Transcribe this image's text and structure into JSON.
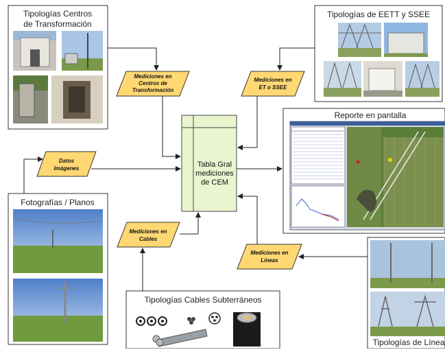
{
  "colors": {
    "table_fill": "#e8f5cf",
    "parallelogram_fill": "#ffd873",
    "border": "#333333",
    "map_green": "#5a7d3a",
    "sky": "#8fb4e0",
    "grass": "#6f9a3e"
  },
  "boxes": {
    "centros": {
      "title_line1": "Tipologías Centros",
      "title_line2": "de Transformación"
    },
    "eett": {
      "title": "Tipologías de EETT y SSEE"
    },
    "reporte": {
      "title": "Reporte en pantalla"
    },
    "fotos": {
      "title": "Fotografías / Planos"
    },
    "cables": {
      "title": "Tipologías Cables Subterráneos"
    },
    "lineas": {
      "title": "Tipologías de Líneas"
    }
  },
  "center_table": {
    "line1": "Tabla Gral",
    "line2": "mediciones",
    "line3": "de CEM"
  },
  "parallelograms": {
    "centros": {
      "line1": "Mediciones en",
      "line2": "Centros de",
      "line3": "Transformación"
    },
    "eett": {
      "line1": "Mediciones en",
      "line2": "ET o SSEE"
    },
    "datos": {
      "line1": "Datos",
      "line2": "Imágenes"
    },
    "cables": {
      "line1": "Mediciones en",
      "line2": "Cables"
    },
    "lineas": {
      "line1": "Mediciones en",
      "line2": "Líneas"
    }
  }
}
